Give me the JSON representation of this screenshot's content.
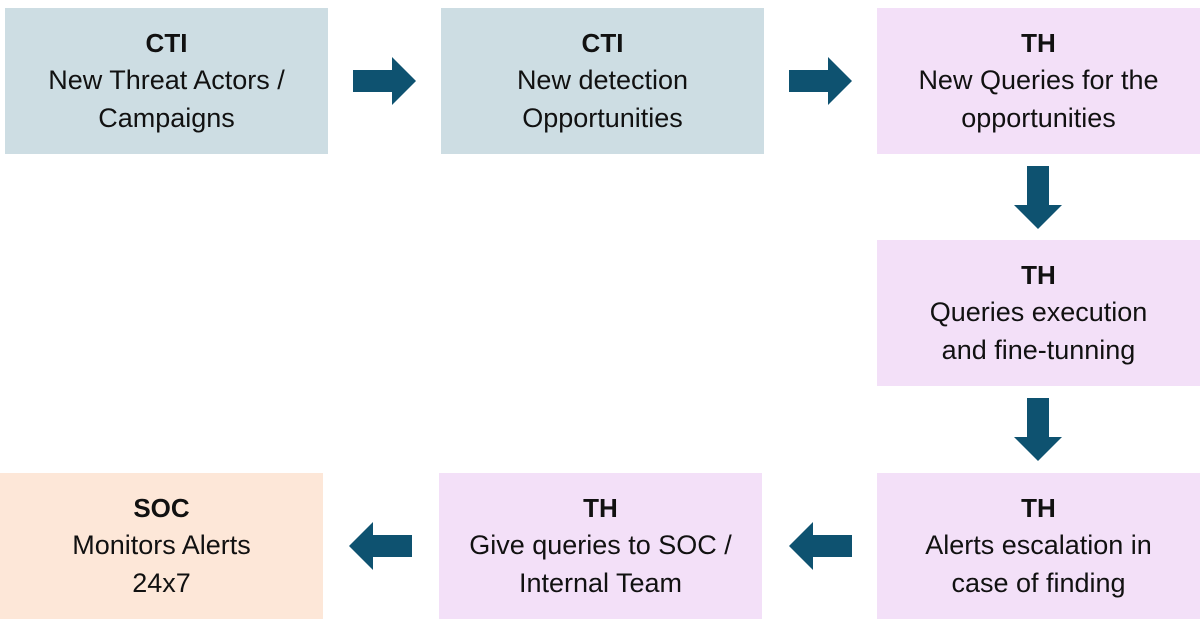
{
  "colors": {
    "cti": "#cddde3",
    "th": "#f3e0f8",
    "soc": "#fde7d8",
    "arrow": "#0e5270"
  },
  "nodes": [
    {
      "team": "CTI",
      "lines": [
        "New Threat Actors /",
        "Campaigns"
      ]
    },
    {
      "team": "CTI",
      "lines": [
        "New detection",
        "Opportunities"
      ]
    },
    {
      "team": "TH",
      "lines": [
        "New Queries for the",
        "opportunities"
      ]
    },
    {
      "team": "TH",
      "lines": [
        "Queries execution",
        "and fine-tunning"
      ]
    },
    {
      "team": "TH",
      "lines": [
        "Alerts escalation in",
        "case of finding"
      ]
    },
    {
      "team": "TH",
      "lines": [
        "Give queries to SOC /",
        "Internal Team"
      ]
    },
    {
      "team": "SOC",
      "lines": [
        "Monitors Alerts",
        "24x7"
      ]
    }
  ],
  "arrows": [
    {
      "direction": "right-arrow-icon"
    },
    {
      "direction": "right-arrow-icon"
    },
    {
      "direction": "down-arrow-icon"
    },
    {
      "direction": "down-arrow-icon"
    },
    {
      "direction": "left-arrow-icon"
    },
    {
      "direction": "left-arrow-icon"
    }
  ]
}
